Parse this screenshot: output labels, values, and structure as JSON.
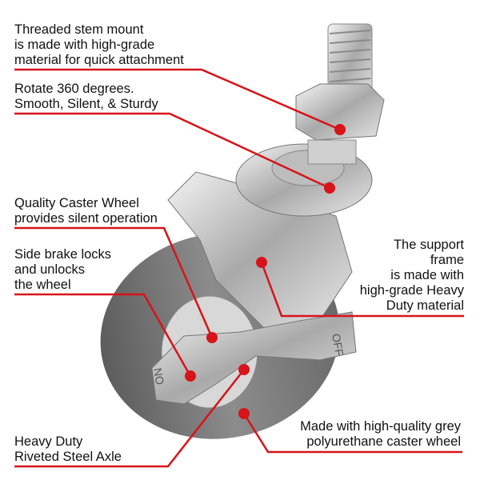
{
  "callouts": {
    "stem": {
      "lines": [
        "Threaded stem mount",
        "is made with high-grade",
        "material for quick attachment"
      ]
    },
    "rotate": {
      "lines": [
        "Rotate 360 degrees.",
        "Smooth, Silent, & Sturdy"
      ]
    },
    "wheel": {
      "lines": [
        "Quality Caster Wheel",
        "provides silent operation"
      ]
    },
    "brake": {
      "lines": [
        "Side brake locks",
        "and unlocks",
        "the wheel"
      ]
    },
    "axle": {
      "lines": [
        "Heavy Duty",
        "Riveted Steel Axle"
      ]
    },
    "frame": {
      "lines": [
        "The support",
        "frame",
        "is made with",
        "high-grade Heavy",
        "Duty material"
      ]
    },
    "tread": {
      "lines": [
        "Made with high-quality grey",
        "polyurethane caster wheel"
      ]
    }
  },
  "brake_marks": {
    "on": "ON",
    "off": "OFF"
  },
  "colors": {
    "accent": "#d7141a",
    "text": "#111111",
    "tread": "#7a7a7a",
    "metal": "#c8c8c8"
  }
}
